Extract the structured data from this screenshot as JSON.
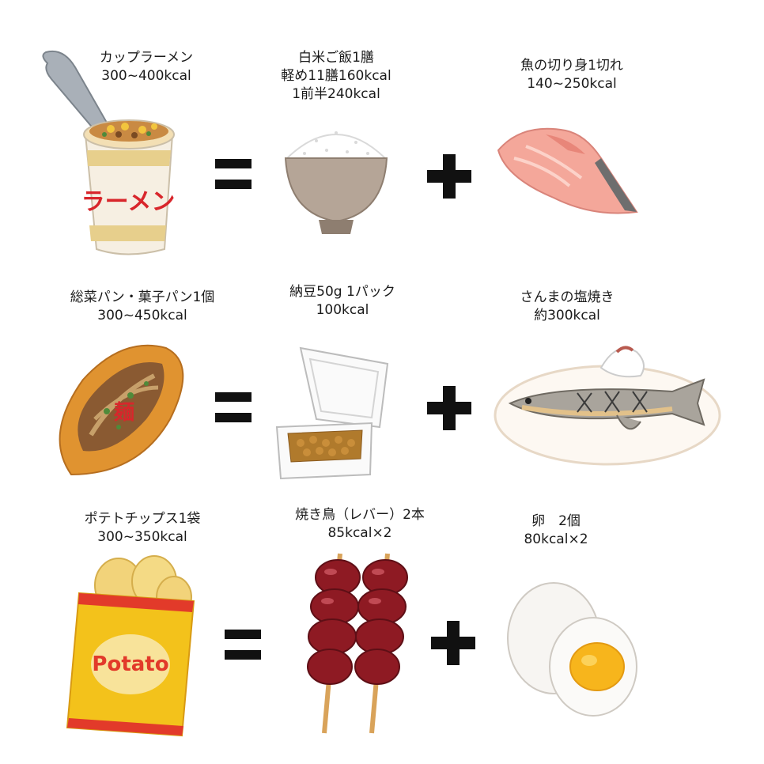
{
  "rows": [
    {
      "left": {
        "lines": [
          "カップラーメン",
          "300~400kcal"
        ],
        "wrapper_text": "ラーメン"
      },
      "middle": {
        "lines": [
          "白米ご飯1膳",
          "軽め11膳160kcal",
          "1前半240kcal"
        ]
      },
      "right": {
        "lines": [
          "魚の切り身1切れ",
          "140~250kcal"
        ]
      }
    },
    {
      "left": {
        "lines": [
          "総菜パン・菓子パン1個",
          "300~450kcal"
        ],
        "bun_text": "麺"
      },
      "middle": {
        "lines": [
          "納豆50g 1パック",
          "100kcal"
        ]
      },
      "right": {
        "lines": [
          "さんまの塩焼き",
          "約300kcal"
        ]
      }
    },
    {
      "left": {
        "lines": [
          "ポテトチップス1袋",
          "300~350kcal"
        ],
        "bag_text": "Potato"
      },
      "middle": {
        "lines": [
          "焼き鳥（レバー）2本",
          "85kcal×2"
        ]
      },
      "right": {
        "lines": [
          "卵　2個",
          "80kcal×2"
        ]
      }
    }
  ],
  "operators": {
    "equals": "equals-icon",
    "plus": "plus-icon"
  },
  "colors": {
    "ink": "#1a1a1a",
    "ramen_red": "#d8262b",
    "bag_yellow": "#f3c21b",
    "bag_red": "#e23a2a",
    "liver": "#8e1a23",
    "salmon": "#f4a79a",
    "yolk": "#f7b51c"
  }
}
